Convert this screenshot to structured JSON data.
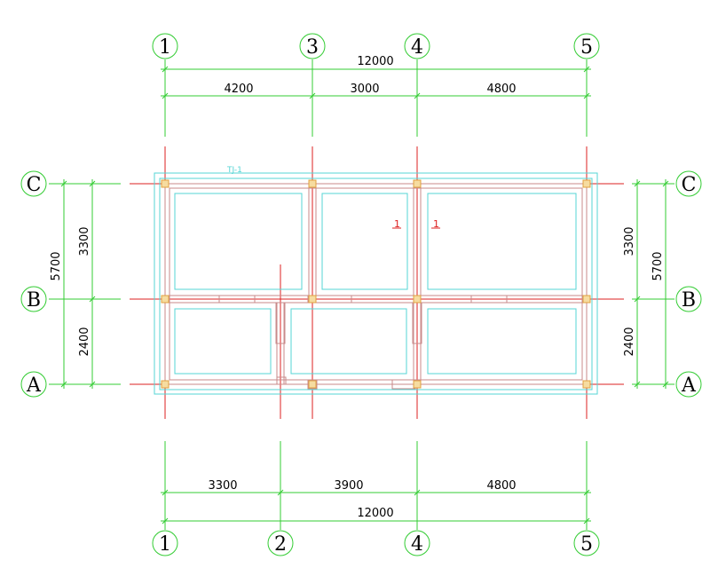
{
  "colors": {
    "dimension_line": "#33cc33",
    "axis_line": "#dd2222",
    "beam_line": "#c98a8a",
    "foundation_outline": "#55d5d5",
    "column": "#f2c060",
    "text": "#000000",
    "background": "#ffffff"
  },
  "top_axes": [
    "1",
    "3",
    "4",
    "5"
  ],
  "bottom_axes": [
    "1",
    "2",
    "4",
    "5"
  ],
  "left_axes": [
    "C",
    "B",
    "A"
  ],
  "right_axes": [
    "C",
    "B",
    "A"
  ],
  "top_dims": {
    "overall": "12000",
    "segments": [
      "4200",
      "3000",
      "4800"
    ]
  },
  "bottom_dims": {
    "overall": "12000",
    "segments": [
      "3300",
      "3900",
      "4800"
    ]
  },
  "left_dims": {
    "overall": "5700",
    "segments": [
      "3300",
      "2400"
    ]
  },
  "right_dims": {
    "overall": "5700",
    "segments": [
      "3300",
      "2400"
    ]
  },
  "labels": {
    "foundation_tag": "TJ-1",
    "section_mark_1": "1",
    "section_mark_2": "1"
  }
}
